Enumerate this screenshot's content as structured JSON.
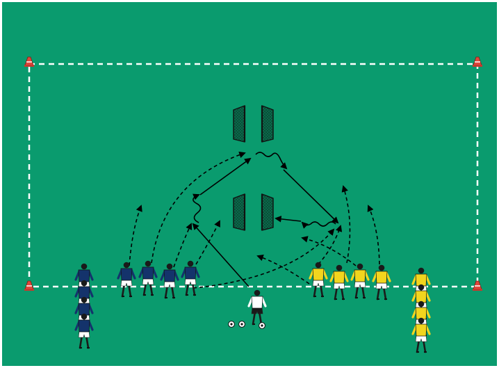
{
  "colors": {
    "background": "#0a9b6e",
    "frame": "#ffffff",
    "boundary": "#ffffff",
    "arrow": "#000000",
    "team_blue_shirt": "#14336b",
    "team_blue_shorts": "#ffffff",
    "team_yellow_shirt": "#f2d51e",
    "team_yellow_shorts": "#ffffff",
    "coach_shirt": "#ffffff",
    "coach_shorts": "#1a1a1a",
    "cone": "#e0463a",
    "goal_net": "#0a6e4e",
    "goal_frame": "#111111"
  },
  "icons": {
    "cone": "cone-icon",
    "goal": "mini-goal-icon",
    "ball": "ball-icon",
    "player": "player-icon"
  },
  "pitch": {
    "cones": 4,
    "mini_goals": 4,
    "balls": 3
  },
  "players": {
    "blue_queue": 4,
    "blue_active": 4,
    "yellow_active": 4,
    "yellow_queue": 4,
    "coach": 1
  }
}
